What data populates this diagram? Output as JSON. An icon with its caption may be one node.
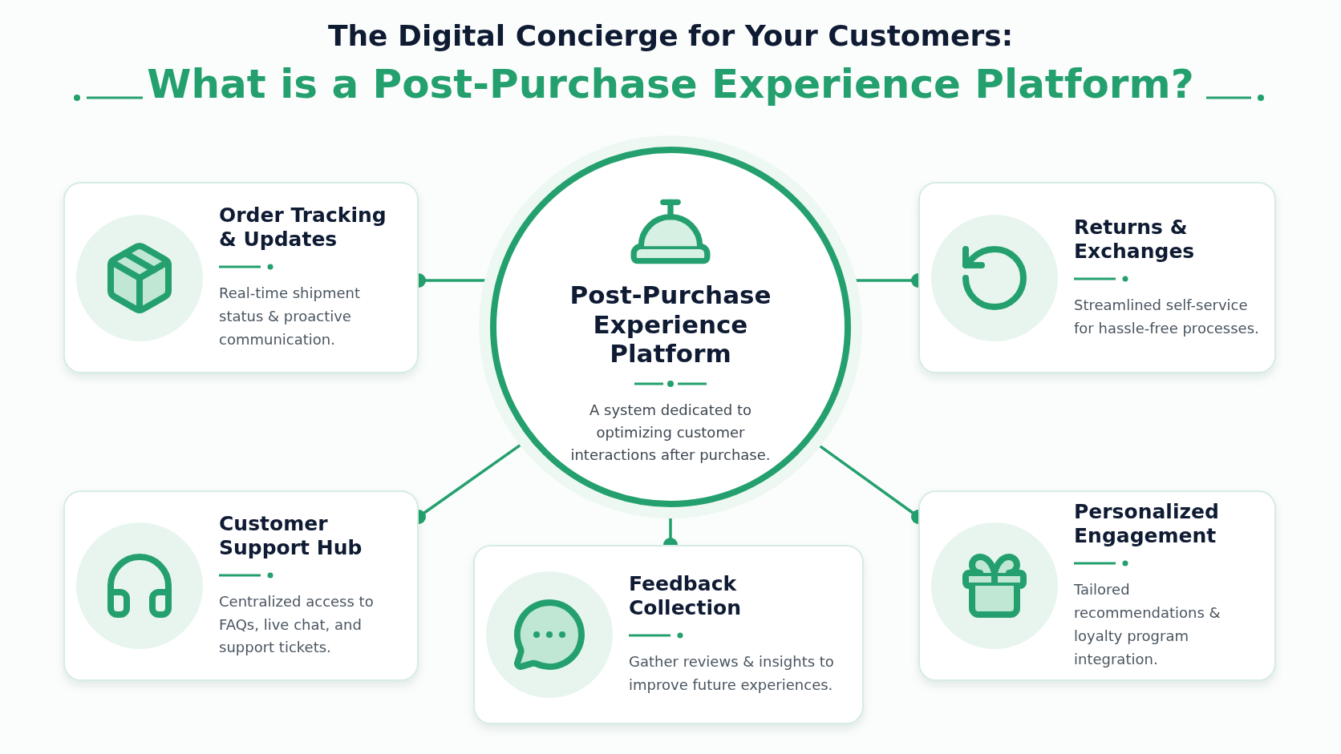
{
  "diagram": {
    "title": "The Digital Concierge for Your Customers:",
    "labels": [
      "What is a Post-Purchase Experience Platform?"
    ],
    "nodes": [
      {
        "text": [
          "Post-Purchase Experience Platform",
          "A system dedicated to optimizing customer interactions after purchase."
        ]
      },
      {
        "text": [
          "Order Tracking & Updates",
          "Real-time shipment status & proactive communication."
        ]
      },
      {
        "text": [
          "Returns & Exchanges",
          "Streamlined self-service for hassle-free processes."
        ]
      },
      {
        "text": [
          "Customer Support Hub",
          "Centralized access to FAQs, live chat, and support tickets."
        ]
      },
      {
        "text": [
          "Feedback Collection",
          "Gather reviews & insights to improve future experiences."
        ]
      },
      {
        "text": [
          "Personalized Engagement",
          "Tailored recommendations & loyalty program integration."
        ]
      }
    ],
    "edges": [
      {
        "from": 0,
        "to": 1,
        "arrow": "other"
      },
      {
        "from": 0,
        "to": 2,
        "arrow": "other"
      },
      {
        "from": 0,
        "to": 3,
        "arrow": "other"
      },
      {
        "from": 0,
        "to": 4,
        "arrow": "other"
      },
      {
        "from": 0,
        "to": 5,
        "arrow": "other"
      }
    ]
  }
}
